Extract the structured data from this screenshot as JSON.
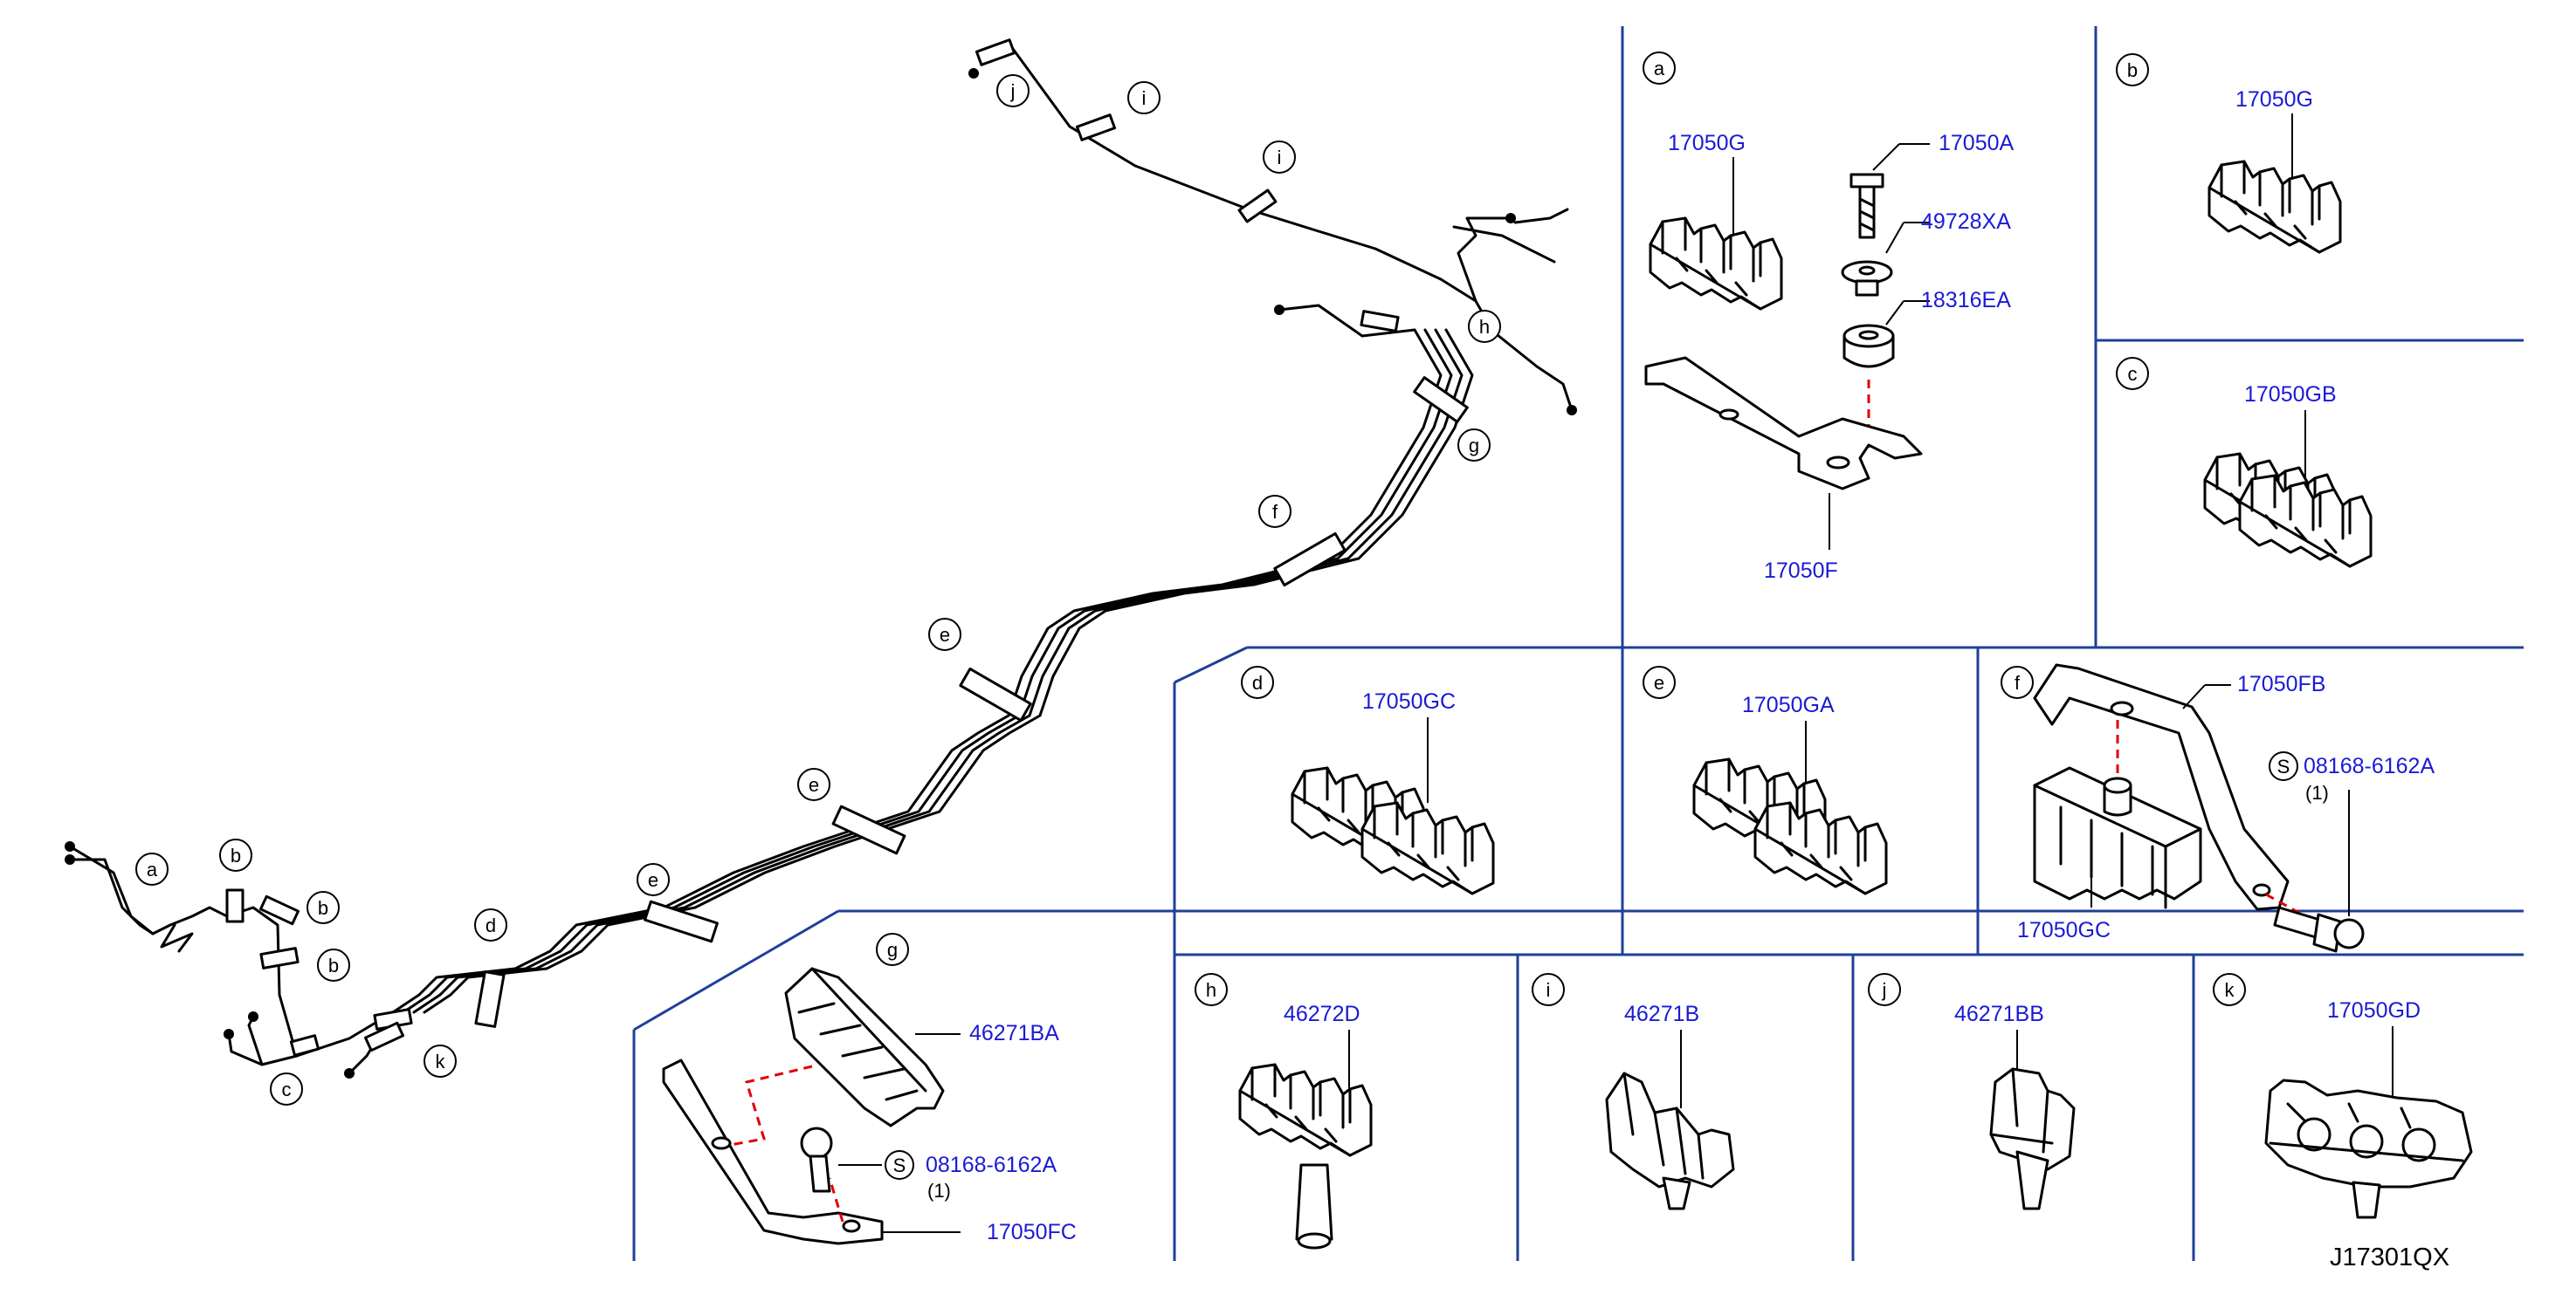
{
  "callouts": {
    "a": "a",
    "b": "b",
    "c": "c",
    "d": "d",
    "e": "e",
    "f": "f",
    "g": "g",
    "h": "h",
    "i": "i",
    "j": "j",
    "k": "k"
  },
  "s_symbol": "S",
  "panel_a": {
    "p1": "17050G",
    "p2": "17050A",
    "p3": "49728XA",
    "p4": "18316EA",
    "p5": "17050F"
  },
  "panel_b": {
    "p1": "17050G"
  },
  "panel_c": {
    "p1": "17050GB"
  },
  "panel_d": {
    "p1": "17050GC"
  },
  "panel_e": {
    "p1": "17050GA"
  },
  "panel_f": {
    "p1": "17050FB",
    "p2": "08168-6162A",
    "qty": "(1)",
    "p3": "17050GC"
  },
  "panel_g": {
    "p1": "46271BA",
    "p2": "08168-6162A",
    "qty": "(1)",
    "p3": "17050FC"
  },
  "panel_h": {
    "p1": "46272D"
  },
  "panel_i": {
    "p1": "46271B"
  },
  "panel_j": {
    "p1": "46271BB"
  },
  "panel_k": {
    "p1": "17050GD"
  },
  "drawing_code": "J17301QX"
}
